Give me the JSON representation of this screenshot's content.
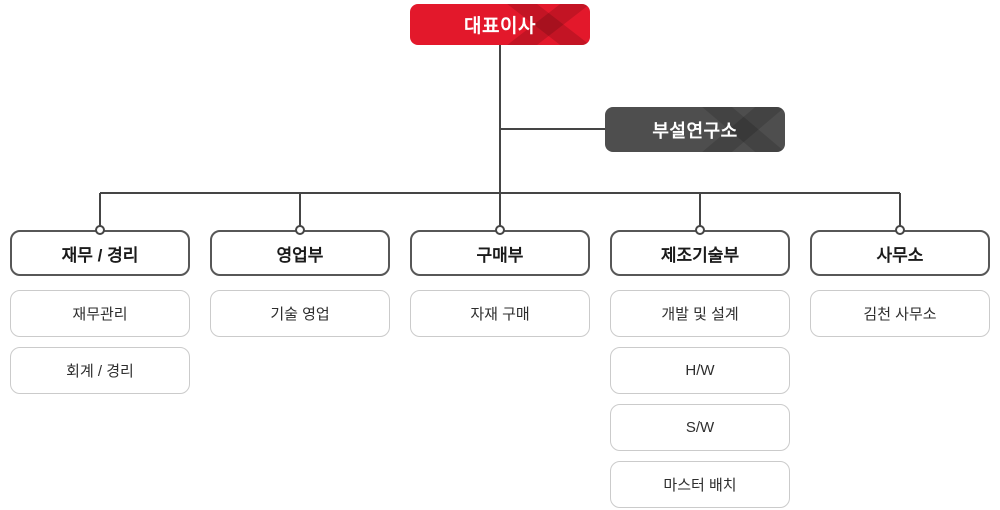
{
  "org": {
    "root": {
      "label": "대표이사"
    },
    "research": {
      "label": "부설연구소"
    },
    "departments": [
      {
        "label": "재무 / 경리",
        "children": [
          "재무관리",
          "회계 / 경리"
        ]
      },
      {
        "label": "영업부",
        "children": [
          "기술 영업"
        ]
      },
      {
        "label": "구매부",
        "children": [
          "자재 구매"
        ]
      },
      {
        "label": "제조기술부",
        "children": [
          "개발 및 설계",
          "H/W",
          "S/W",
          "마스터 배치"
        ]
      },
      {
        "label": "사무소",
        "children": [
          "김천 사무소"
        ]
      }
    ]
  },
  "colors": {
    "root_bg": "#e3182b",
    "research_bg": "#4e4e4e",
    "line": "#454545",
    "dept_border": "#575757",
    "sub_border": "#cbcbcb"
  }
}
